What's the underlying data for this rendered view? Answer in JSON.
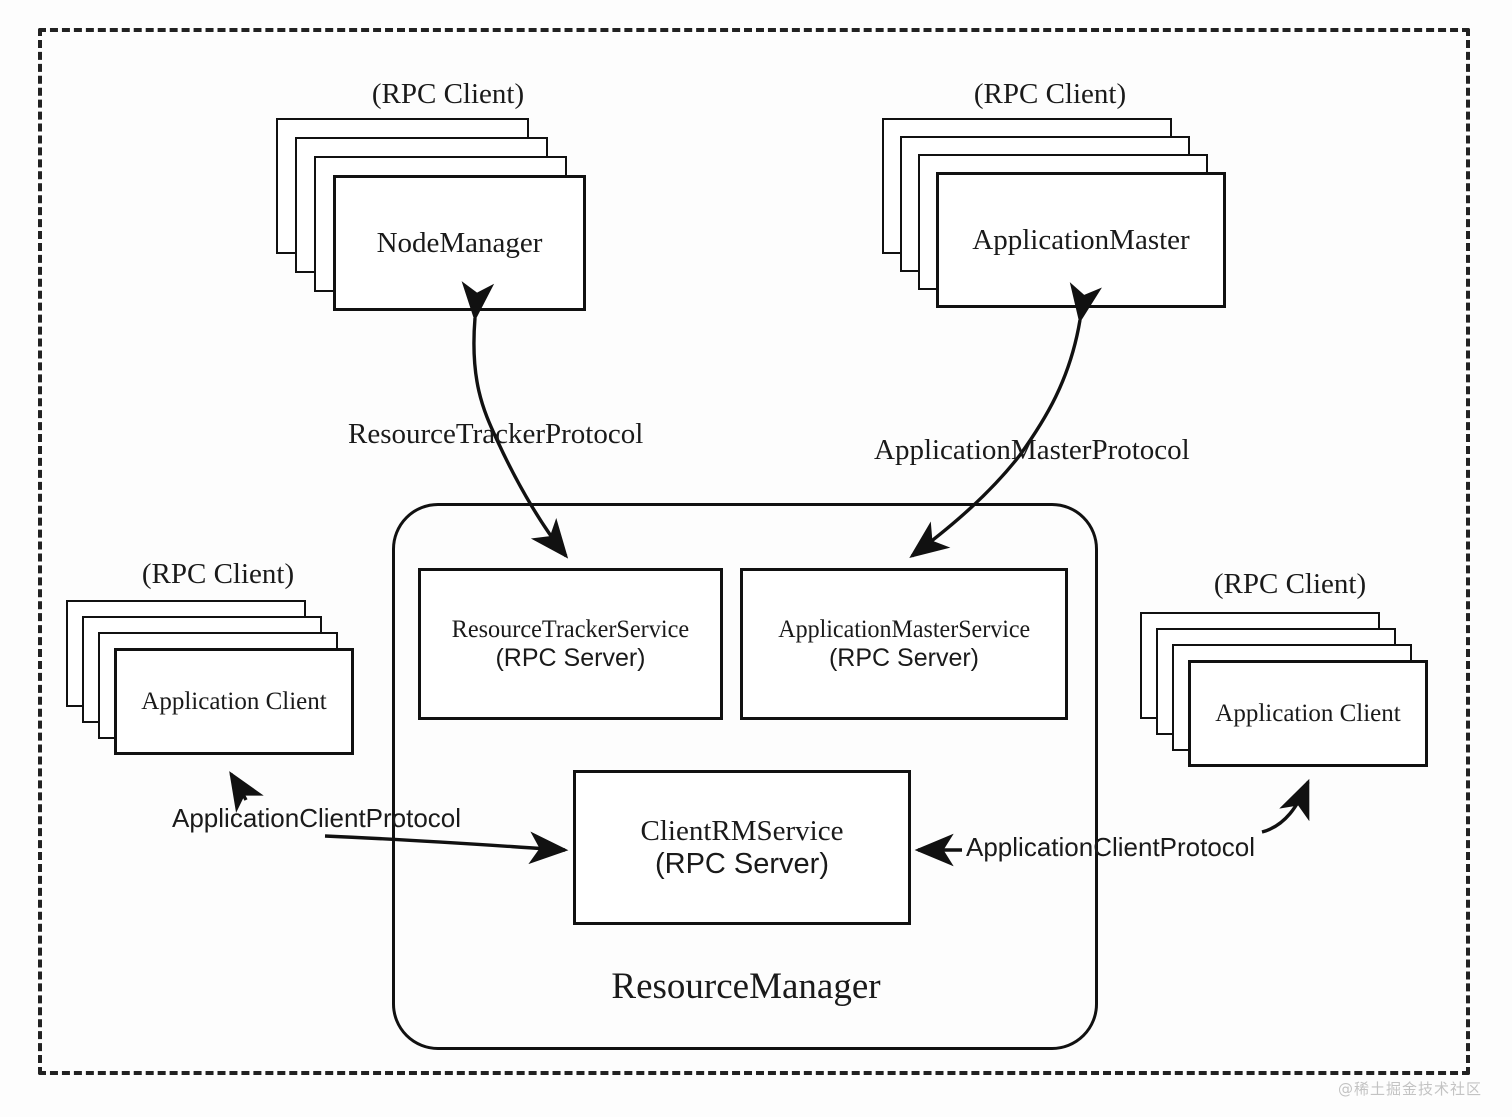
{
  "diagram": {
    "title": "YARN ResourceManager RPC communication diagram",
    "outer_boundary": "dashed-cluster-boundary",
    "watermark": "@稀土掘金技术社区"
  },
  "rpc_client_caption": "(RPC Client)",
  "rpc_server_caption": "(RPC Server)",
  "nodes": {
    "node_manager": {
      "label": "NodeManager",
      "caption": "(RPC Client)",
      "stack_count": 4
    },
    "application_master": {
      "label": "ApplicationMaster",
      "caption": "(RPC Client)",
      "stack_count": 4
    },
    "application_client_left": {
      "label": "Application Client",
      "caption": "(RPC Client)",
      "stack_count": 4
    },
    "application_client_right": {
      "label": "Application Client",
      "caption": "(RPC Client)",
      "stack_count": 4
    }
  },
  "resource_manager": {
    "title": "ResourceManager",
    "services": [
      {
        "name": "ResourceTrackerService",
        "role": "(RPC Server)"
      },
      {
        "name": "ApplicationMasterService",
        "role": "(RPC Server)"
      },
      {
        "name": "ClientRMService",
        "role": "(RPC Server)"
      }
    ]
  },
  "protocols": [
    {
      "id": "resource-tracker-protocol",
      "label": "ResourceTrackerProtocol",
      "from": "NodeManager",
      "to": "ResourceTrackerService"
    },
    {
      "id": "application-master-protocol",
      "label": "ApplicationMasterProtocol",
      "from": "ApplicationMaster",
      "to": "ApplicationMasterService"
    },
    {
      "id": "application-client-protocol-left",
      "label": "ApplicationClientProtocol",
      "from": "Application Client",
      "to": "ClientRMService"
    },
    {
      "id": "application-client-protocol-right",
      "label": "ApplicationClientProtocol",
      "from": "Application Client",
      "to": "ClientRMService"
    }
  ],
  "colors": {
    "stroke": "#111111",
    "background": "#ffffff",
    "watermark": "#b9b9b9"
  }
}
